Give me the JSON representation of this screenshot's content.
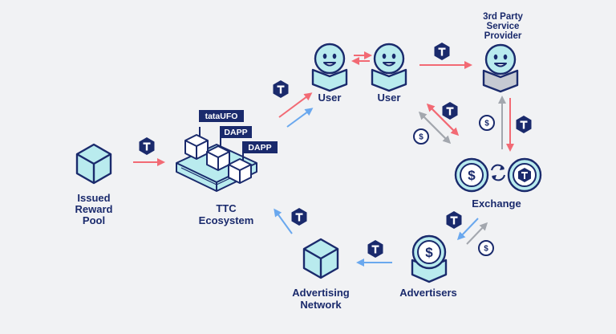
{
  "colors": {
    "navy": "#1a2a6c",
    "cube_fill": "#b9ebee",
    "arrow_red": "#f26a74",
    "arrow_blue": "#6aa8ee",
    "arrow_gray": "#a3a7ae",
    "provider_gray": "#c6cad3",
    "background": "#f1f2f4"
  },
  "nodes": {
    "issued_pool": {
      "line1": "Issued",
      "line2": "Reward",
      "line3": "Pool"
    },
    "ecosystem": {
      "line1": "TTC",
      "line2": "Ecosystem",
      "tags": [
        "tataUFO",
        "DAPP",
        "DAPP"
      ]
    },
    "user1": {
      "label": "User"
    },
    "user2": {
      "label": "User"
    },
    "provider": {
      "line1": "3rd Party",
      "line2": "Service",
      "line3": "Provider"
    },
    "exchange": {
      "label": "Exchange"
    },
    "advertisers": {
      "label": "Advertisers"
    },
    "ad_network": {
      "line1": "Advertising",
      "line2": "Network"
    }
  },
  "tokens": {
    "ttc": "T",
    "dollar": "$"
  },
  "icons": [
    "cube-icon",
    "user-icon",
    "provider-icon",
    "dollar-coin-icon",
    "ttc-token-icon",
    "swap-arrows-icon"
  ]
}
